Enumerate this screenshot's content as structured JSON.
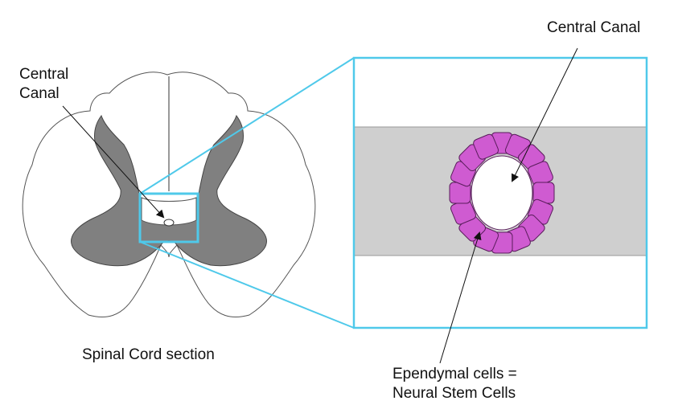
{
  "labels": {
    "central_canal_left_line1": "Central",
    "central_canal_left_line2": "Canal",
    "central_canal_right": "Central Canal",
    "spinal_cord_section": "Spinal Cord section",
    "ependymal_line1": "Ependymal cells =",
    "ependymal_line2": "Neural Stem Cells"
  },
  "colors": {
    "highlight_box": "#4fc9ea",
    "grey_matter": "#808080",
    "zoom_band": "#cfcfcf",
    "ependymal_cell_fill": "#cf5bd1",
    "ependymal_cell_stroke": "#5a1d5c",
    "outline": "#555555"
  },
  "ependymal_cells": {
    "count": 16
  }
}
